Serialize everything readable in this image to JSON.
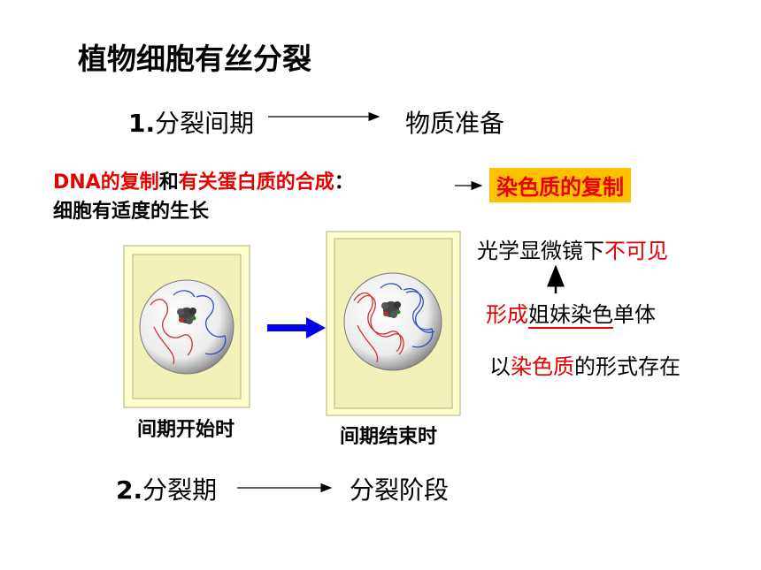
{
  "title": "植物细胞有丝分裂",
  "phase1": {
    "number": "1.",
    "label": "分裂间期",
    "target": "物质准备"
  },
  "events": {
    "dna_part": "DNA的复制",
    "and": "和",
    "protein_part": "有关蛋白质的合成",
    "colon": "：",
    "result_box": "染色质的复制",
    "growth": "细胞有适度的生长"
  },
  "notes": {
    "visibility_prefix": "光学显微镜下",
    "visibility_red": "不可见",
    "form_red": "形成",
    "form_underlined": "姐妹染色",
    "form_rest": "单体",
    "exist_prefix": "以",
    "exist_red": "染色质",
    "exist_suffix": "的形式存在"
  },
  "captions": {
    "start": "间期开始时",
    "end": "间期结束时"
  },
  "phase2": {
    "number": "2.",
    "label": "分裂期",
    "target": "分裂阶段"
  },
  "colors": {
    "red": "#e60000",
    "highlight": "#ffc000",
    "cell_wall": "#ffffcc",
    "cytoplasm": "#f2f2b8",
    "arrow_blue": "#0000ee"
  }
}
